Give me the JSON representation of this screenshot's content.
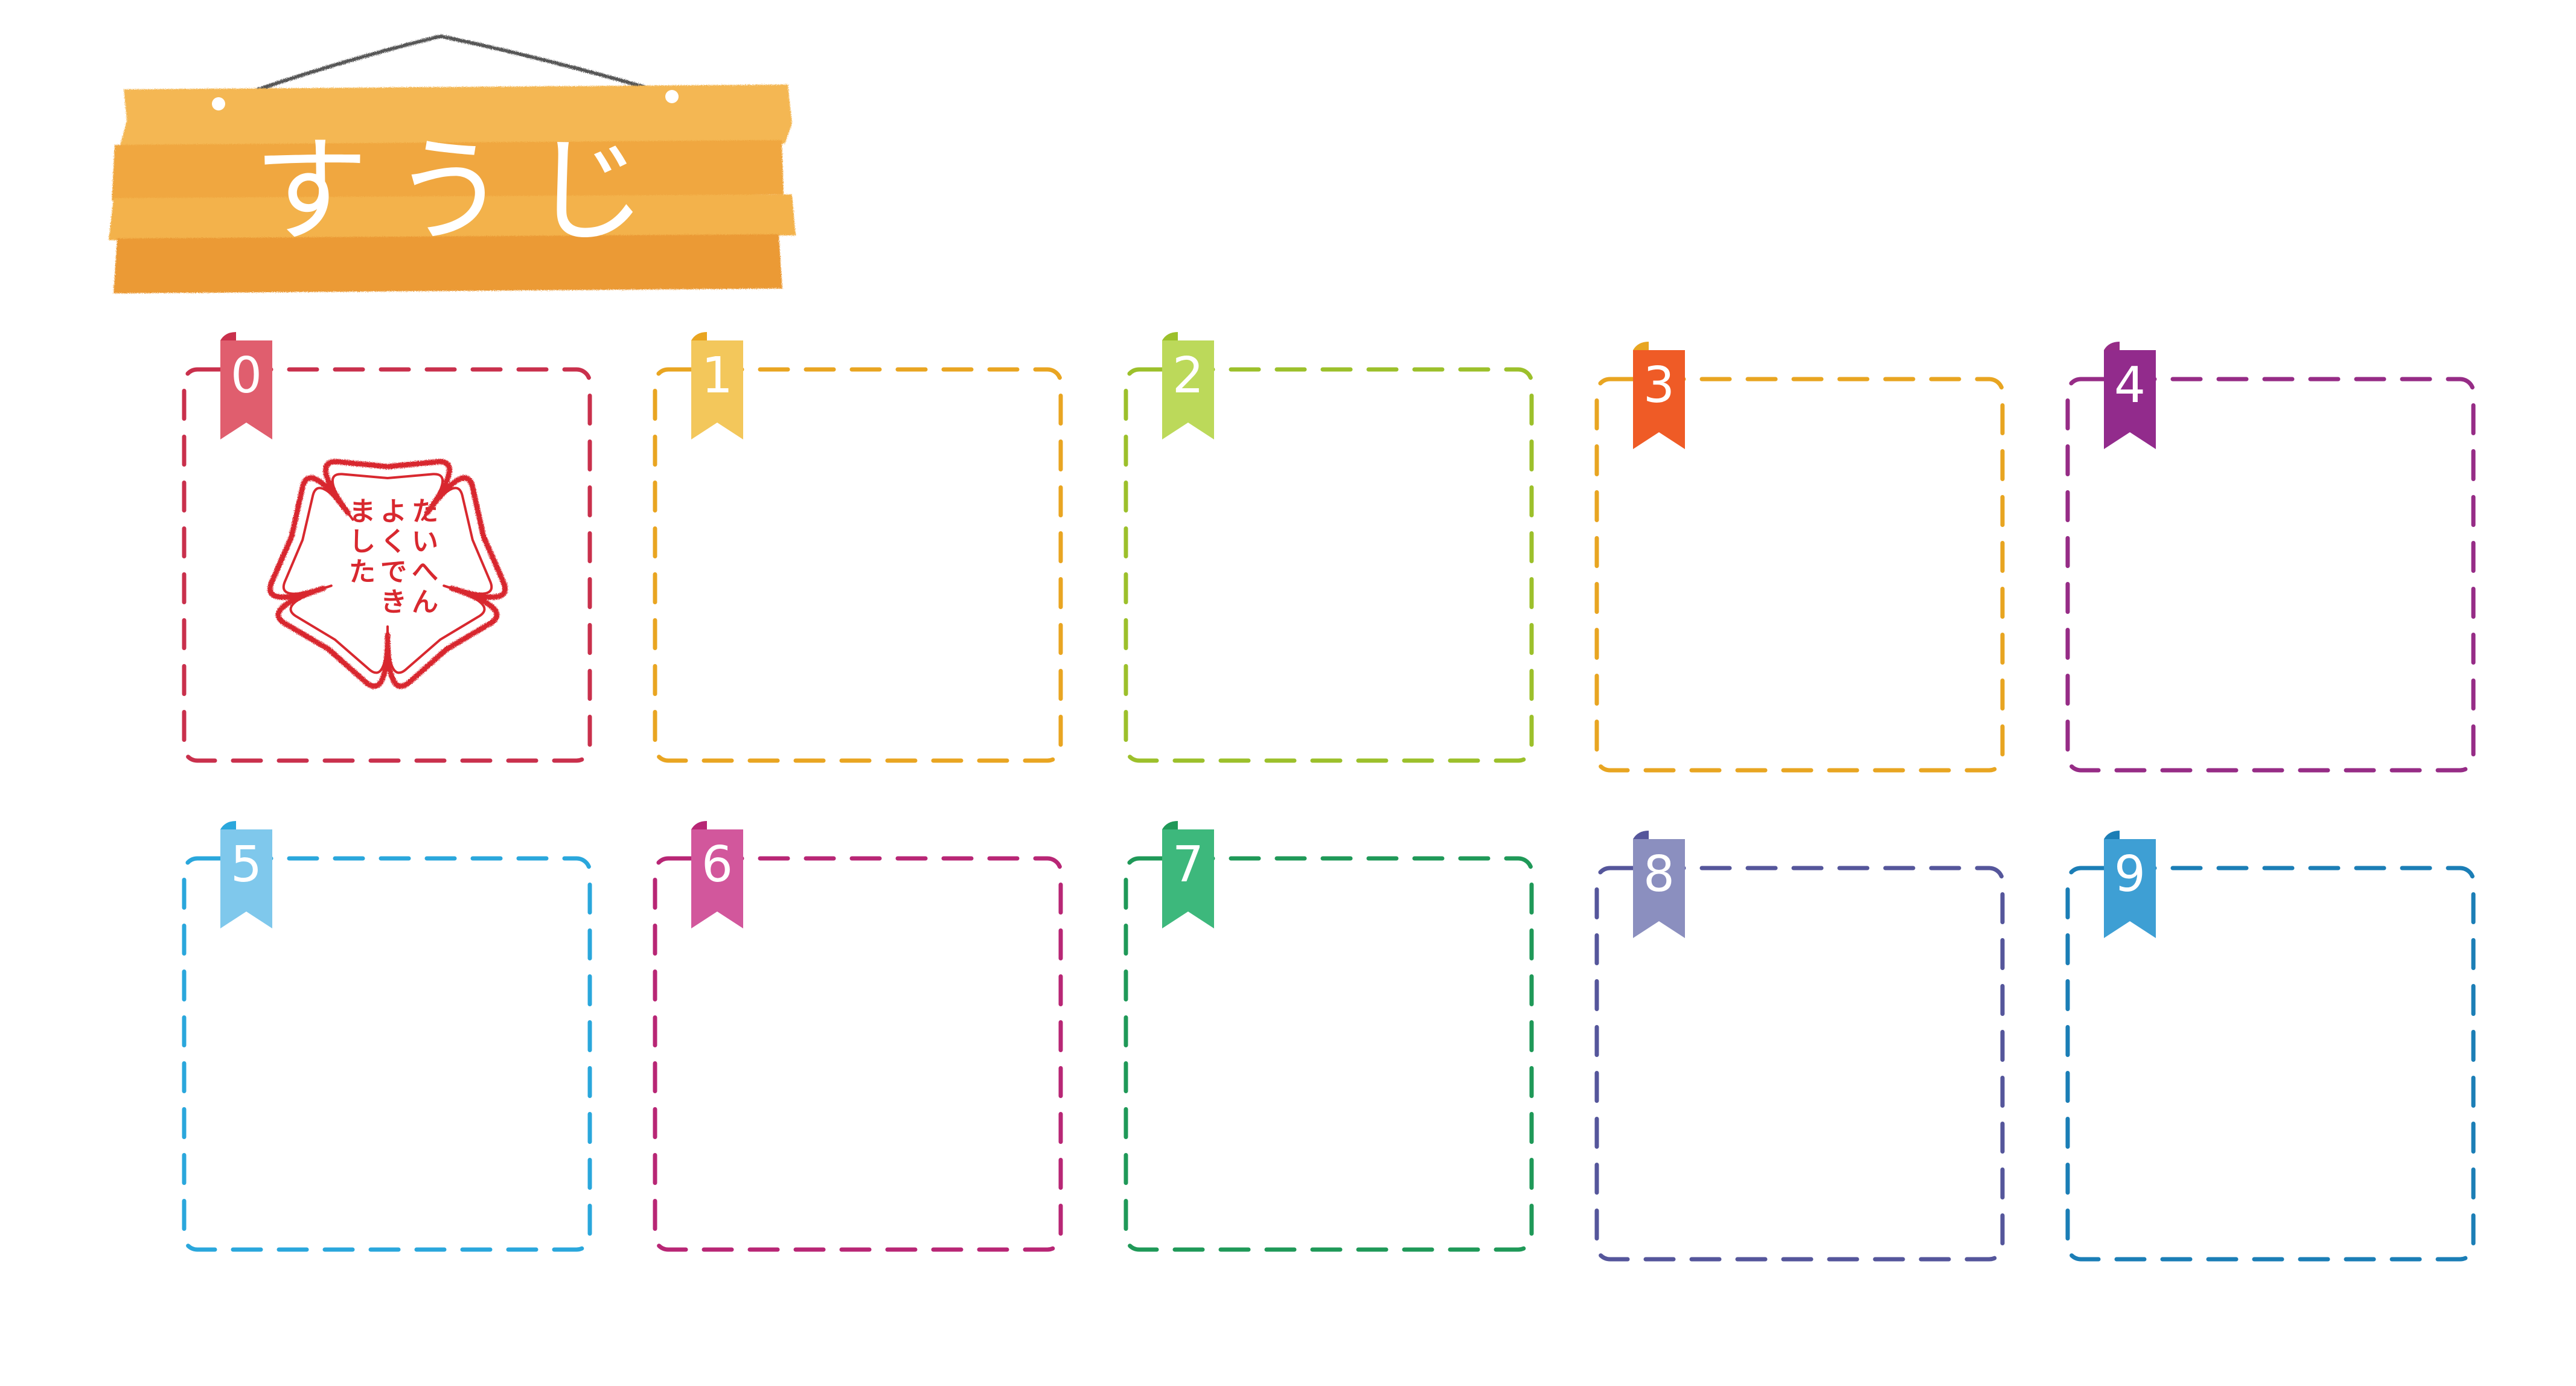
{
  "title": "すうじ",
  "stamp": {
    "lines": [
      "たいへん",
      "よくでき",
      "ました"
    ],
    "color": "#d8282f"
  },
  "cards": [
    {
      "number": "0",
      "color": "#c9304c",
      "tab_color": "#e05e6e"
    },
    {
      "number": "1",
      "color": "#e9a521",
      "tab_color": "#f3c75b"
    },
    {
      "number": "2",
      "color": "#9cc02b",
      "tab_color": "#bcd95a"
    },
    {
      "number": "3",
      "color": "#e8a521",
      "tab_color": "#ef5b26"
    },
    {
      "number": "4",
      "color": "#962c86",
      "tab_color": "#922b8c"
    },
    {
      "number": "5",
      "color": "#2aa7dc",
      "tab_color": "#7fc8ec"
    },
    {
      "number": "6",
      "color": "#b82675",
      "tab_color": "#d2579c"
    },
    {
      "number": "7",
      "color": "#1f9958",
      "tab_color": "#3db87c"
    },
    {
      "number": "8",
      "color": "#55569b",
      "tab_color": "#8b8fbf"
    },
    {
      "number": "9",
      "color": "#1b7eb6",
      "tab_color": "#3e9fd4"
    }
  ],
  "colors": {
    "sign_light": "#f5be5c",
    "sign_mid": "#f0a83c",
    "sign_dark": "#e68b2a",
    "string": "#555555"
  }
}
